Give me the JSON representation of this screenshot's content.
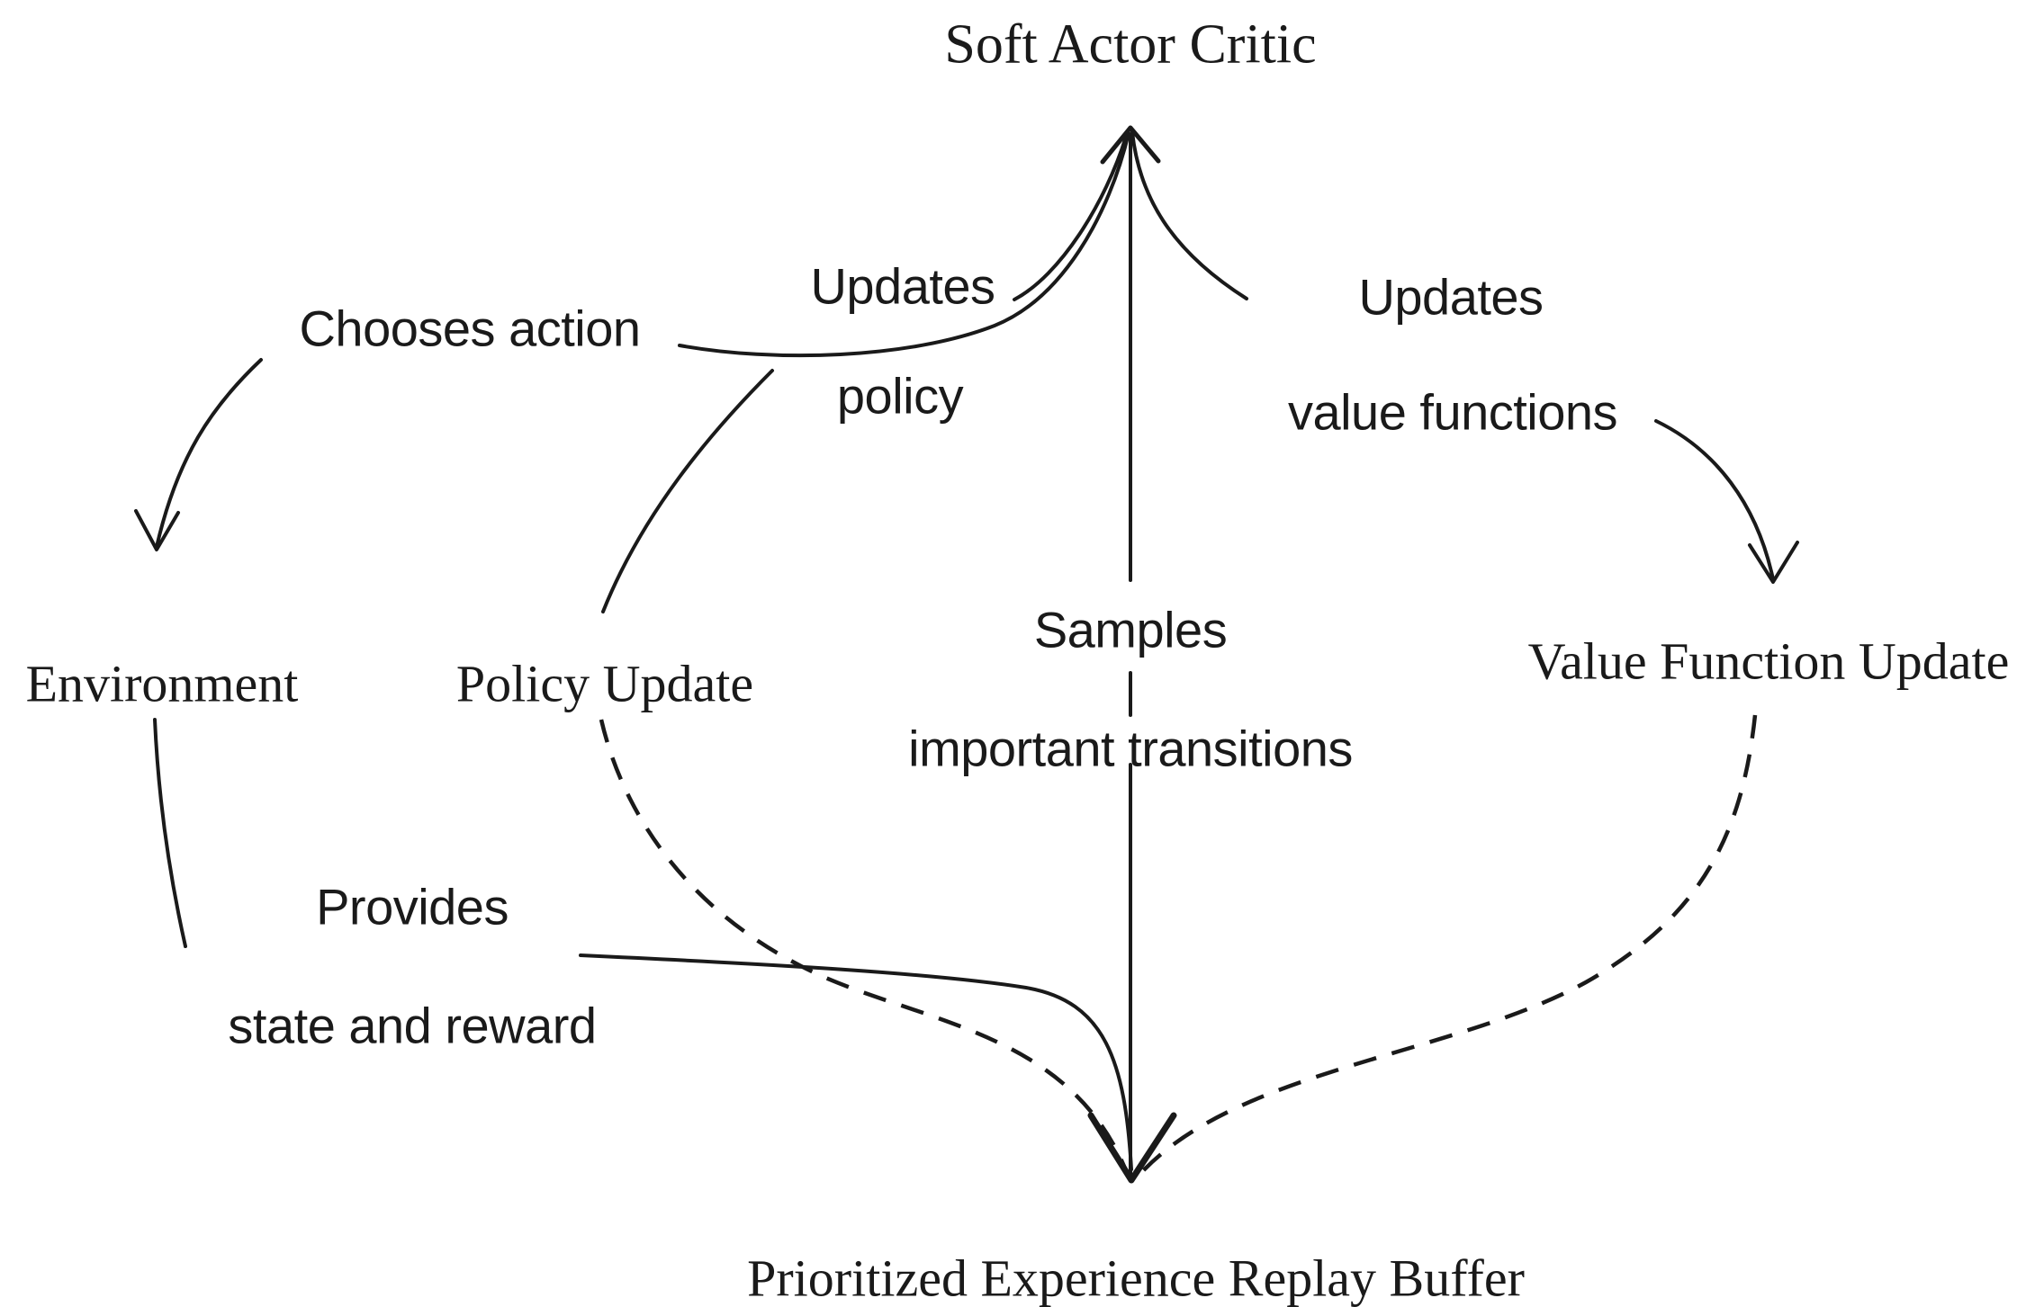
{
  "colors": {
    "ink": "#1a1a1a",
    "background": "#ffffff"
  },
  "nodes": {
    "soft_actor_critic": {
      "label": "Soft Actor Critic"
    },
    "environment": {
      "label": "Environment"
    },
    "policy_update": {
      "label": "Policy Update"
    },
    "value_function_update": {
      "label": "Value Function Update"
    },
    "replay_buffer": {
      "label": "Prioritized Experience Replay Buffer"
    }
  },
  "edge_labels": {
    "chooses_action": {
      "lines": [
        "Chooses action"
      ]
    },
    "updates_policy": {
      "lines": [
        "Updates",
        "policy"
      ]
    },
    "updates_value_functions": {
      "lines": [
        "Updates",
        "value functions"
      ]
    },
    "samples_important_transitions": {
      "lines": [
        "Samples",
        "important transitions"
      ]
    },
    "provides_state_and_reward": {
      "lines": [
        "Provides",
        "state and reward"
      ]
    }
  },
  "edges": [
    {
      "label": "Chooses action",
      "from": "Soft Actor Critic",
      "to": "Environment",
      "style": "solid"
    },
    {
      "label": "Updates policy",
      "from": "Policy Update",
      "to": "Soft Actor Critic",
      "style": "solid"
    },
    {
      "label": "Updates value functions",
      "from": "Soft Actor Critic",
      "to": "Value Function Update",
      "style": "solid"
    },
    {
      "label": "Samples important transitions",
      "from": "Prioritized Experience Replay Buffer",
      "to": "Soft Actor Critic",
      "style": "solid"
    },
    {
      "label": "Provides state and reward",
      "from": "Environment",
      "to": "Prioritized Experience Replay Buffer",
      "style": "solid"
    },
    {
      "label": "",
      "from": "Policy Update",
      "to": "Prioritized Experience Replay Buffer",
      "style": "dashed"
    },
    {
      "label": "",
      "from": "Value Function Update",
      "to": "Prioritized Experience Replay Buffer",
      "style": "dashed"
    }
  ]
}
